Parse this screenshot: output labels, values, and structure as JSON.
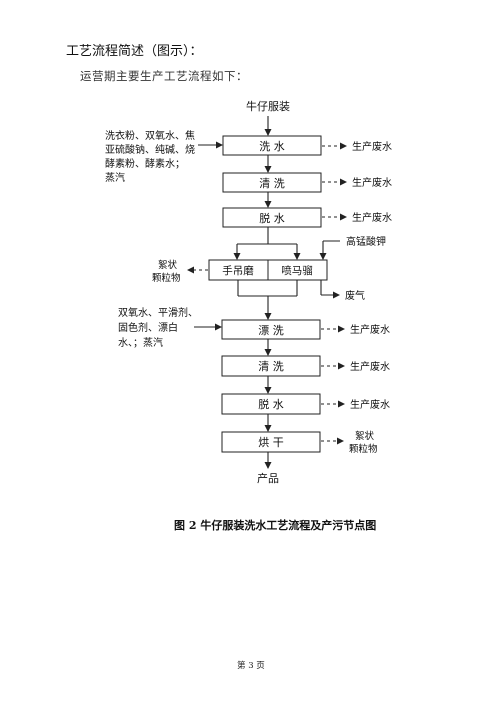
{
  "heading": "工艺流程简述（图示）：",
  "intro": "运营期主要生产工艺流程如下：",
  "caption": "图 2   牛仔服装洗水工艺流程及产污节点图",
  "page_number": "第 3 页",
  "flow": {
    "input_label": "牛仔服装",
    "steps": [
      "洗 水",
      "清 洗",
      "脱 水",
      "手吊磨",
      "喷马骝",
      "漂 洗",
      "清 洗",
      "脱 水",
      "烘 干"
    ],
    "output_label": "产品",
    "inputs": {
      "wash_chemicals": [
        "洗衣粉、双氧水、焦",
        "亚硫酸钠、纯碱、烧",
        "酵素粉、酵素水；",
        "蒸汽"
      ],
      "potassium": "高锰酸钾",
      "bleach_chemicals": [
        "双氧水、平滑剂、",
        "固色剂、漂白",
        "水、；蒸汽"
      ]
    },
    "outputs": {
      "wastewater": "生产废水",
      "waste_gas": "废气",
      "lint": [
        "絮状",
        "颗粒物"
      ]
    }
  }
}
